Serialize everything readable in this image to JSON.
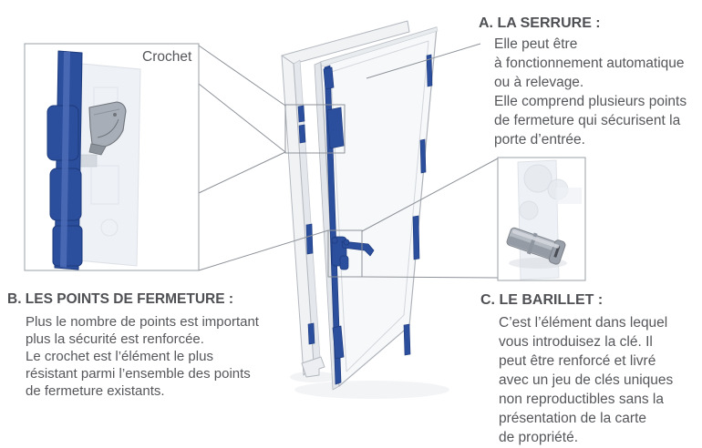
{
  "labels": {
    "crochet": "Crochet"
  },
  "sections": {
    "a": {
      "heading": "A. LA SERRURE :",
      "lines": [
        "Elle peut être",
        "à fonctionnement automatique",
        "ou à relevage.",
        "Elle comprend plusieurs points",
        "de fermeture qui sécurisent la",
        "porte d’entrée."
      ]
    },
    "b": {
      "heading": "B. LES POINTS DE FERMETURE :",
      "lines": [
        "Plus le nombre de points est important",
        "plus la sécurité est renforcée.",
        "Le crochet est l’élément le plus",
        "résistant parmi l’ensemble des points",
        "de fermeture existants."
      ]
    },
    "c": {
      "heading": "C. LE BARILLET :",
      "lines": [
        "C’est l’élément dans lequel",
        "vous introduisez la clé. Il",
        "peut être renforcé et livré",
        "avec un jeu de clés uniques",
        "non reproductibles sans la",
        "présentation de la carte",
        "de propriété."
      ]
    }
  },
  "colors": {
    "component_blue": "#2b4e9d",
    "component_blue_dark": "#1d3a7c",
    "metal_gray": "#a8aeb7",
    "text_gray": "#55575b",
    "leader_line_gray": "#8d9299",
    "outline_gray": "#b3b8bf",
    "ghost_gray": "#eef1f5"
  }
}
